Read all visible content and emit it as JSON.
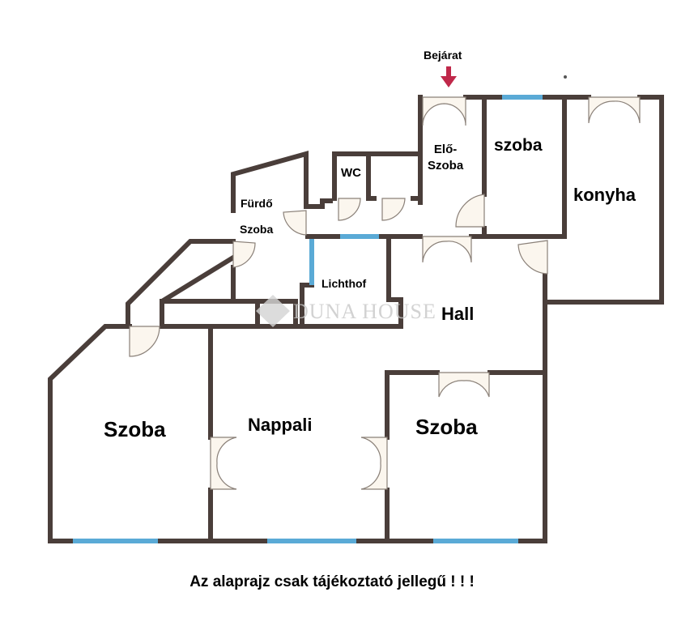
{
  "plan": {
    "entrance_label": "Bejárat",
    "rooms": {
      "elo_szoba_line1": "Elő-",
      "elo_szoba_line2": "Szoba",
      "szoba_small": "szoba",
      "konyha": "konyha",
      "wc": "WC",
      "furdo_line1": "Fürdő",
      "furdo_line2": "Szoba",
      "lichthof": "Lichthof",
      "hall": "Hall",
      "szoba_left": "Szoba",
      "nappali": "Nappali",
      "szoba_right": "Szoba"
    },
    "watermark": "DUNA HOUSE",
    "disclaimer": "Az alaprajz csak tájékoztató jellegű ! ! !"
  },
  "colors": {
    "wall": "#4a3e3a",
    "window": "#5aaad6",
    "entrance_arrow": "#c0284a"
  }
}
